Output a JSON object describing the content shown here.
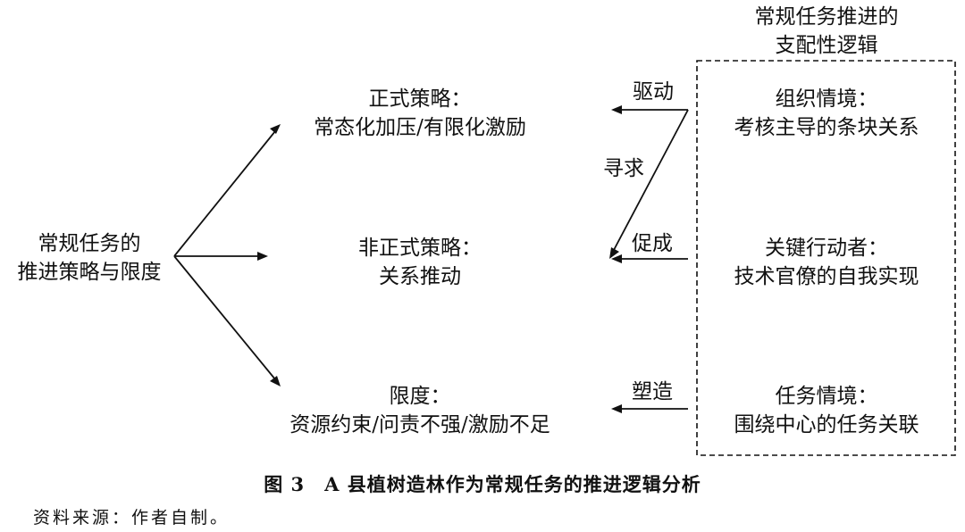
{
  "diagram": {
    "root": [
      "常规任务的",
      "推进策略与限度"
    ],
    "outcomes": {
      "formal": [
        "正式策略：",
        "常态化加压/有限化激励"
      ],
      "informal": [
        "非正式策略：",
        "关系推动"
      ],
      "limits": [
        "限度：",
        "资源约束/问责不强/激励不足"
      ]
    },
    "logic_title": [
      "常规任务推进的",
      "支配性逻辑"
    ],
    "logic_factors": {
      "org": [
        "组织情境：",
        "考核主导的条块关系"
      ],
      "actor": [
        "关键行动者：",
        "技术官僚的自我实现"
      ],
      "task": [
        "任务情境：",
        "围绕中心的任务关联"
      ]
    },
    "edge_labels": {
      "drive": "驱动",
      "seek": "寻求",
      "promote": "促成",
      "shape": "塑造"
    }
  },
  "caption": "图 3　A 县植树造林作为常规任务的推进逻辑分析",
  "source": "资料来源：作者自制。"
}
